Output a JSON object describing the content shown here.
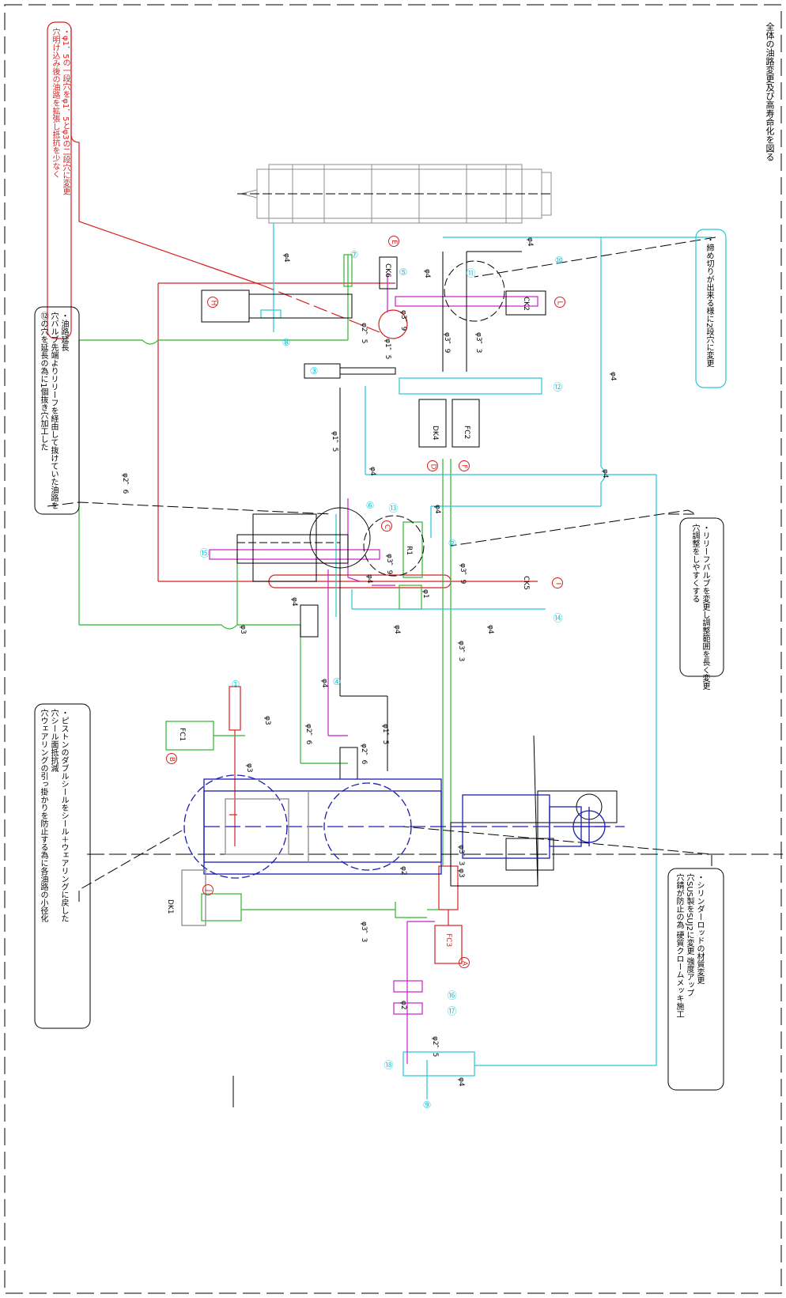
{
  "title": "全体の油路変更及び高寿命化を図る",
  "notes": {
    "n1": {
      "lines": [
        "・φ1．5の一段穴をφ1．5とφ3の二段穴に変更",
        "穴明け込み後の油路を拡張し抵抗を少なく"
      ]
    },
    "n2": {
      "lines": [
        "・油路延長",
        "穴バルブ先端よりリリーフを経由して抜けていた油路を",
        "⑫の穴を延長の為に1個抜き穴加工した"
      ]
    },
    "n3": {
      "lines": [
        "・ピストンのダブルシールをシール＋ウェアリングに戻した",
        "穴シール面抵抗減",
        "穴ウェアリングの引っ掛かりを防止する為に各油路の小径化"
      ]
    },
    "n4": {
      "lines": [
        "・締め切りが出来る様に2段穴に変更"
      ]
    },
    "n5": {
      "lines": [
        "・リリーフバルブを変更し調整範囲を長く変更",
        "穴調整をしやすくする"
      ]
    },
    "n6": {
      "lines": [
        "・シリンダーロッドの材質変更",
        "穴SUS製をSUJ2に変更 強度アップ",
        "穴錆が防止の為 硬質クロームメッキ施工"
      ]
    }
  },
  "components": {
    "ck6": "CK6",
    "ck2": "CK2",
    "dk4": "DK4",
    "fc2": "FC2",
    "r1": "R1",
    "ck5": "CK5",
    "fc1": "FC1",
    "dk1": "DK1",
    "fc3": "FC3"
  },
  "ports": {
    "E": "E",
    "H": "H",
    "L": "L",
    "D": "D",
    "F": "F",
    "C": "C",
    "I": "I",
    "B": "B",
    "J": "J",
    "A": "A"
  },
  "dims": {
    "d1": "φ4",
    "d2": "φ4",
    "d3": "φ4",
    "d4": "φ3，9",
    "d5": "φ3，9",
    "d6": "φ3，3",
    "d7": "φ2，5",
    "d8": "φ1，5",
    "d9": "φ4",
    "d10": "φ1，5",
    "d11": "φ2，6",
    "d12": "φ4",
    "d13": "φ4",
    "d14": "φ4",
    "d15": "φ3，9",
    "d16": "φ4",
    "d17": "φ3",
    "d18": "φ4",
    "d19": "φ4",
    "d20": "φ4",
    "d21": "φ3，3",
    "d22": "φ4",
    "d23": "φ2，6",
    "d24": "φ2，6",
    "d25": "φ1，5",
    "d26": "φ3",
    "d27": "φ3",
    "d28": "φ3，3",
    "d29": "φ2",
    "d30": "φ3",
    "d31": "φ3，3",
    "d32": "φ2",
    "d33": "φ2，5",
    "d34": "φ4",
    "d35": "φ1",
    "d36": "φ3，9"
  },
  "numbers": {
    "c1": "①",
    "c2": "②",
    "c3": "③",
    "c4": "④",
    "c5": "⑤",
    "c6": "⑥",
    "c7": "⑦",
    "c8": "⑧",
    "c9": "⑨",
    "c10": "⑩",
    "c11": "⑪",
    "c12": "⑫",
    "c13": "⑬",
    "c14": "⑭",
    "c15": "⑮",
    "c16": "⑯",
    "c17": "⑰",
    "c18": "⑱"
  },
  "colors": {
    "red": "#d62020",
    "green": "#2fb52f",
    "cyan": "#25c6d6",
    "magenta": "#c81ec8",
    "blue": "#1d1db3",
    "gray": "#8c8c8c",
    "black": "#000000"
  }
}
